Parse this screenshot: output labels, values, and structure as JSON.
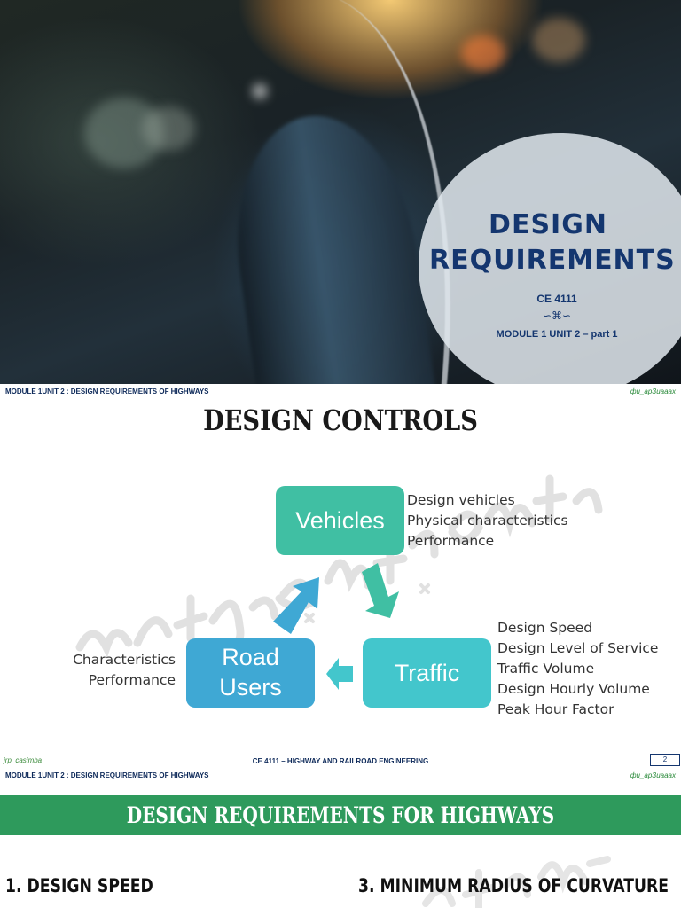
{
  "slide1": {
    "title_line1": "DESIGN",
    "title_line2": "REQUIREMENTS",
    "course_code": "CE 4111",
    "ornament": "∽⌘∽",
    "module": "MODULE 1 UNIT 2 – part 1"
  },
  "slide2": {
    "header_left": "MODULE 1UNIT 2 : DESIGN REQUIREMENTS OF HIGHWAYS",
    "header_right": "фи_арЗиааах",
    "title": "DESIGN CONTROLS",
    "boxes": {
      "vehicles": "Vehicles",
      "traffic": "Traffic",
      "road_users_line1": "Road",
      "road_users_line2": "Users"
    },
    "vehicles_notes": [
      "Design vehicles",
      "Physical characteristics",
      "Performance"
    ],
    "traffic_notes": [
      "Design Speed",
      "Design Level of Service",
      "Traffic Volume",
      "Design Hourly Volume",
      "Peak Hour Factor"
    ],
    "users_notes": [
      "Characteristics",
      "Performance"
    ],
    "footer_left": "jrp_casimba",
    "footer_center": "CE 4111 – HIGHWAY AND RAILROAD ENGINEERING",
    "page_number": "2"
  },
  "slide3": {
    "header_left": "MODULE 1UNIT 2 : DESIGN REQUIREMENTS OF HIGHWAYS",
    "header_right": "фи_арЗиааах",
    "title": "DESIGN REQUIREMENTS FOR HIGHWAYS",
    "item1": "1.  DESIGN SPEED",
    "item3": "3.  MINIMUM RADIUS OF CURVATURE"
  },
  "colors": {
    "navy": "#14366f",
    "vehicles_box": "#40bfa3",
    "traffic_box": "#43c6cc",
    "users_box": "#3fa8d4",
    "title_band": "#2e9a5c"
  }
}
